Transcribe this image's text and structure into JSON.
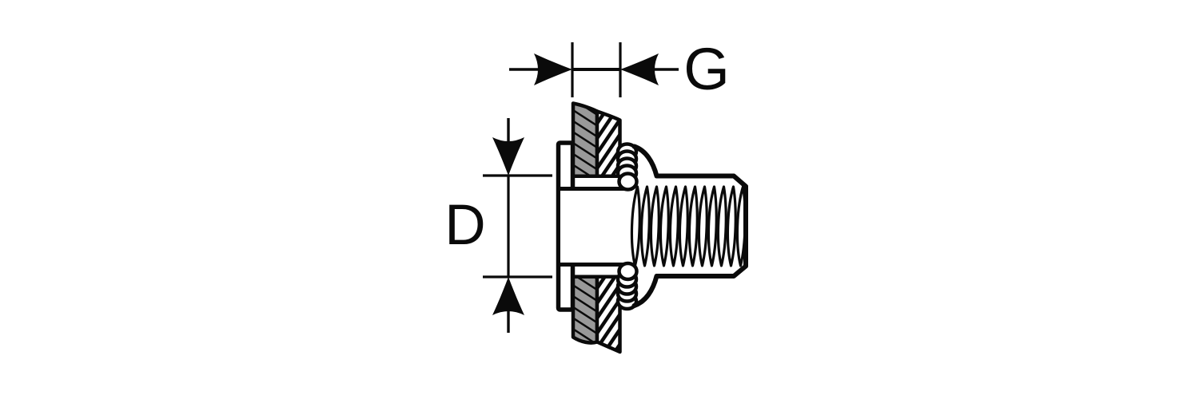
{
  "figure": {
    "type": "technical-diagram",
    "subject": "rivet-nut-cross-section",
    "labels": {
      "grip": "G",
      "diameter": "D"
    }
  },
  "colors": {
    "line": "#0a0a0a",
    "panel_gray": "#999999",
    "background": "#ffffff"
  }
}
